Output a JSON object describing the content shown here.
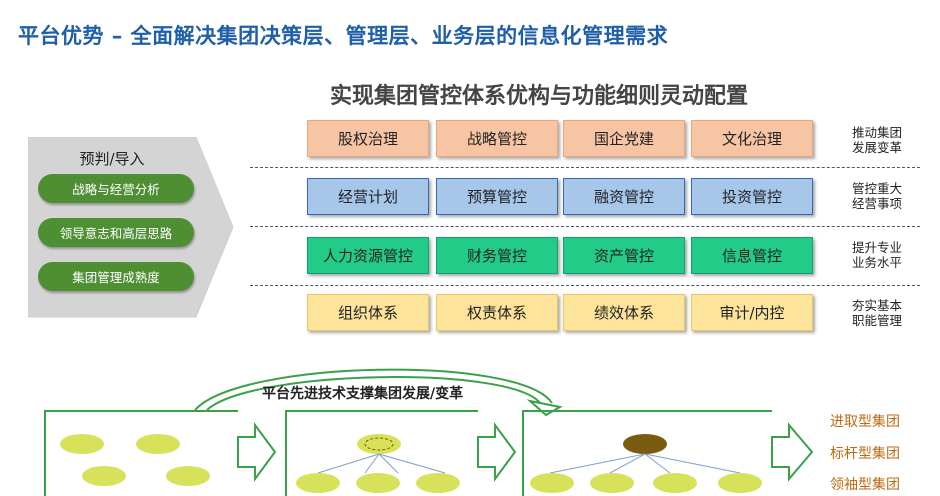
{
  "header": {
    "title": "平台优势 – 全面解决集团决策层、管理层、业务层的信息化管理需求",
    "section_title": "实现集团管控体系优构与功能细则灵动配置"
  },
  "left_panel": {
    "title": "预判/导入",
    "items": [
      "战略与经营分析",
      "领导意志和高层思路",
      "集团管理成熟度"
    ]
  },
  "grid": {
    "rows": [
      {
        "cells": [
          "股权治理",
          "战略管控",
          "国企党建",
          "文化治理"
        ],
        "label_l1": "推动集团",
        "label_l2": "发展变革",
        "color": "#f7c5a4"
      },
      {
        "cells": [
          "经营计划",
          "预算管控",
          "融资管控",
          "投资管控"
        ],
        "label_l1": "管控重大",
        "label_l2": "经营事项",
        "color": "#a6c6ea"
      },
      {
        "cells": [
          "人力资源管控",
          "财务管控",
          "资产管控",
          "信息管控"
        ],
        "label_l1": "提升专业",
        "label_l2": "业务水平",
        "color": "#22cc88"
      },
      {
        "cells": [
          "组织体系",
          "权责体系",
          "绩效体系",
          "审计/内控"
        ],
        "label_l1": "夯实基本",
        "label_l2": "职能管理",
        "color": "#fde49a"
      }
    ]
  },
  "bottom": {
    "caption": "平台先进技术支撑集团发展/变革",
    "types": [
      "进取型集团",
      "标杆型集团",
      "领袖型集团"
    ]
  },
  "colors": {
    "title_blue": "#1f5fa8",
    "pill_green": "#4e8f34",
    "type_orange": "#c06a10"
  }
}
